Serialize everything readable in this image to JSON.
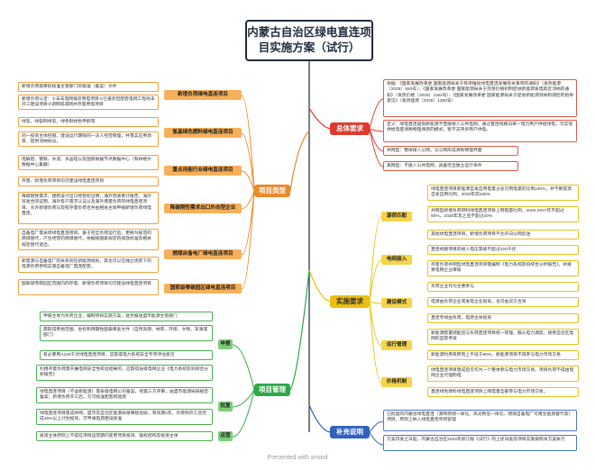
{
  "title": "内蒙古自治区绿电直连项目实施方案（试行）",
  "main_nodes": {
    "project_types": "项目类型",
    "project_management": "项目管理",
    "overall_requirements": "总体要求",
    "implementation_requirements": "实施要求",
    "supplementary_notes": "补充说明"
  },
  "project_types": {
    "sub": [
      "新增负荷绿电直连项目",
      "氢基绿色燃料绿电直连项目",
      "重点用能行业绿电直连项目",
      "降碳刚性需求出口外向型企业",
      "燃煤自备电厂绿电直连项目",
      "国家级零碳园区绿电直连项目"
    ],
    "leaves": [
      "新增负荷指审批核准主管部门的核准（备案）文件",
      "新增负荷认定：①未向电网报装用电项目②已报装但配套电网工程尚未开工建设项目③调网或减网并存量用电项目",
      "绿氢、绿氨制绿氢、绿色制绿色甲醇等",
      "同一投资主体控股，建设运行期限同一法人经营管理，并落实应用场景、提供消纳协议。",
      "电解铝、钢铁、水泥、多晶硅以及国家根据节点数据中心（和林格尔数据中心集群）",
      "存量、新增负荷项目均可建设绿电直连项目",
      "降碳刚性需求、建筑设计出口经营权证明、海外营收审计报告、海外贸易合同证明，海外客户需求认证以及海外增量负荷的绿电直连项目，允许新增负荷与现有存量负荷合并由相关主体申报新增负荷绿电直连。",
      "自备电厂需关停绿电直连项目，基于完全负荷运行后，更换为规范的燃煤替代，产生经营的燃煤替代，依据按国家规定的排放标准及相关规定替代退出。",
      "新建源与自备电厂的关系同在新能源规划，其也可以在独立场景下的电源负荷参照实施自备电厂直连配套。",
      "国家级零碳园区范围内的存量、新增负荷项目均可建设绿电直连项目"
    ]
  },
  "project_management": {
    "sub": [
      "申报",
      "批复",
      "运营"
    ],
    "leaves": [
      "申报主体为负荷企业，编制项目实施方案，逐步报送盟市能源主管部门",
      "需取得用地范围、坐标和预期性图表审查文件（自然资源、林草、环保、文物、军事等部门）",
      "有必要用A220千伏绿电直连项目，应取得电力系统安全专项评估意见",
      "利用存量负荷需开展电网安全性校验结果的，应取得省级电网企业《电力系统影响综合分析报告》",
      "绿电直连项目（不含新能源）需省级电网公司备案，经第三方评审，由盟市能源局按规定备案；新增负荷开工后，方可核准配套新能源",
      "绿电直连项目建成并网，盟市及自治区能源局将审核验收，有效期2年，负荷侧开工且完成45%以上计划投资，可申请电源建设核准",
      "投资主体原则上不得在项目运营期内变更项目投资、股权结构及投资主体"
    ]
  },
  "overall_requirements": {
    "leaves": [
      "依据：《国家发展改革委 国家能源局关于有序推动绿电直连发展有关事项的通知》（发改能源〔2025〕650号）、《国家发展改革委 国家能源局关于完善价格机制促进新能源发电就近消纳的通知》（发改价格〔2025〕1192号）、《国家发展改革委 国家能源局关于促进新能源消纳和调控的指导意见》（发改能源〔2025〕1360号）",
      "定义：绿电直连是指新能源不直接接入公共电网，通过直连线路向单一电力用户供给绿电，可实现供给电量清晰物理溯源的模式，暂不支持多用户供电。",
      "并网型：整体接入公网，与公网形成清晰物理界面",
      "离网型：不接入公共电网，具备完全独立运行条件"
    ]
  },
  "implementation_requirements": {
    "sub": [
      "源荷匹配",
      "电网接入",
      "建设模式",
      "运行管理",
      "价格机制"
    ],
    "leaves": [
      "绿电直连项目新能源自发自用电量占总可用电量的比例≥30%，并不断提高自发自用比例，2030年前≥35%",
      "并网型新增负荷燃料绿电直连项目上网电量比例，2025-2027年不超过60%，2028年及之后不超过20%",
      "其他绿电直连项目，新增负荷项目不允许向公网反送",
      "直连线路项目的接入电压等级不超过220千伏",
      "存量负荷并网型绿电直连项目需编制《电力系统影响综合分析报告》，并接受电网企业审核",
      "负荷企业作为主要参与",
      "电源由负荷企业或发电企业投资，也可由双方合资",
      "直连专线由负荷、电源主体投资",
      "新能源配置储能后与负荷直连项目统一管理，服从电力调度，接受自治区电网的监管考核",
      "新能源利用率原则上不低于90%，新能源项目不得参与电力市场交易",
      "绿电直连项目建成后可作为一个整体参与电力市场交易。项目负荷不得由电网企业代理购电",
      "直连绿色燃料绿电直连项目上网电量全部参与电力市场交易。"
    ]
  },
  "supplementary_notes": {
    "leaves": [
      "已批复的内蒙古绿电直连（源网荷储一体化、风光制氢一体化、燃煤自备电厂可再生能源替代等）项目，原则上纳入绿电直连项目管理",
      "方案印发之日起，内蒙古自治区2023年修订版《试行》的上述归类及项目实施按照本方案执行"
    ]
  },
  "footer": "Presented with xmind",
  "colors": {
    "title_border": "#1f2a3c",
    "project_types": "#e88a2a",
    "project_types_sub": "#f6b05a",
    "project_management": "#2ea84a",
    "project_management_sub": "#7dcd7a",
    "overall_requirements": "#dd3a2e",
    "implementation_requirements": "#ecbf10",
    "implementation_sub": "#f5d44a",
    "supplementary_notes": "#3060c0"
  }
}
